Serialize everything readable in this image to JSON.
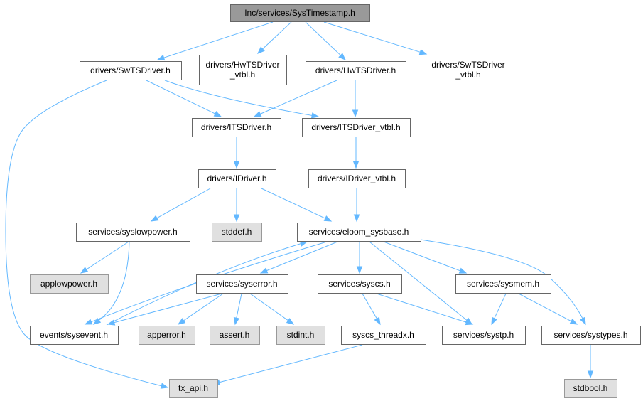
{
  "diagram": {
    "title": "Inc/services/SysTimestamp.h",
    "nodes": [
      {
        "id": "root",
        "label": [
          "Inc/services/SysTimestamp.h"
        ],
        "kind": "root"
      },
      {
        "id": "swts",
        "label": [
          "drivers/SwTSDriver.h"
        ],
        "kind": "normal"
      },
      {
        "id": "hwts_vtbl",
        "label": [
          "drivers/HwTSDriver",
          "_vtbl.h"
        ],
        "kind": "normal"
      },
      {
        "id": "hwts",
        "label": [
          "drivers/HwTSDriver.h"
        ],
        "kind": "normal"
      },
      {
        "id": "swts_vtbl",
        "label": [
          "drivers/SwTSDriver",
          "_vtbl.h"
        ],
        "kind": "normal"
      },
      {
        "id": "its",
        "label": [
          "drivers/ITSDriver.h"
        ],
        "kind": "normal"
      },
      {
        "id": "its_vtbl",
        "label": [
          "drivers/ITSDriver_vtbl.h"
        ],
        "kind": "normal"
      },
      {
        "id": "idriver",
        "label": [
          "drivers/IDriver.h"
        ],
        "kind": "normal"
      },
      {
        "id": "idriver_vtbl",
        "label": [
          "drivers/IDriver_vtbl.h"
        ],
        "kind": "normal"
      },
      {
        "id": "syslowpower",
        "label": [
          "services/syslowpower.h"
        ],
        "kind": "normal"
      },
      {
        "id": "stddef",
        "label": [
          "stddef.h"
        ],
        "kind": "system"
      },
      {
        "id": "sysbase",
        "label": [
          "services/eloom_sysbase.h"
        ],
        "kind": "normal"
      },
      {
        "id": "applowpower",
        "label": [
          "applowpower.h"
        ],
        "kind": "system"
      },
      {
        "id": "syserror",
        "label": [
          "services/syserror.h"
        ],
        "kind": "normal"
      },
      {
        "id": "syscs",
        "label": [
          "services/syscs.h"
        ],
        "kind": "normal"
      },
      {
        "id": "sysmem",
        "label": [
          "services/sysmem.h"
        ],
        "kind": "normal"
      },
      {
        "id": "sysevent",
        "label": [
          "events/sysevent.h"
        ],
        "kind": "normal"
      },
      {
        "id": "apperror",
        "label": [
          "apperror.h"
        ],
        "kind": "system"
      },
      {
        "id": "assert",
        "label": [
          "assert.h"
        ],
        "kind": "system"
      },
      {
        "id": "stdint",
        "label": [
          "stdint.h"
        ],
        "kind": "system"
      },
      {
        "id": "syscs_threadx",
        "label": [
          "syscs_threadx.h"
        ],
        "kind": "normal"
      },
      {
        "id": "systp",
        "label": [
          "services/systp.h"
        ],
        "kind": "normal"
      },
      {
        "id": "systypes",
        "label": [
          "services/systypes.h"
        ],
        "kind": "normal"
      },
      {
        "id": "txapi",
        "label": [
          "tx_api.h"
        ],
        "kind": "system"
      },
      {
        "id": "stdbool",
        "label": [
          "stdbool.h"
        ],
        "kind": "system"
      }
    ],
    "edges": [
      [
        "root",
        "swts"
      ],
      [
        "root",
        "hwts_vtbl"
      ],
      [
        "root",
        "hwts"
      ],
      [
        "root",
        "swts_vtbl"
      ],
      [
        "swts",
        "its"
      ],
      [
        "swts",
        "its_vtbl"
      ],
      [
        "swts",
        "txapi"
      ],
      [
        "hwts",
        "its"
      ],
      [
        "hwts",
        "its_vtbl"
      ],
      [
        "its",
        "idriver"
      ],
      [
        "its_vtbl",
        "idriver_vtbl"
      ],
      [
        "idriver",
        "syslowpower"
      ],
      [
        "idriver",
        "stddef"
      ],
      [
        "idriver",
        "sysbase"
      ],
      [
        "idriver_vtbl",
        "sysbase"
      ],
      [
        "syslowpower",
        "applowpower"
      ],
      [
        "syslowpower",
        "sysevent"
      ],
      [
        "sysbase",
        "sysevent"
      ],
      [
        "sysbase",
        "syserror"
      ],
      [
        "sysbase",
        "syscs"
      ],
      [
        "sysbase",
        "sysmem"
      ],
      [
        "sysbase",
        "systp"
      ],
      [
        "sysbase",
        "systypes"
      ],
      [
        "sysevent",
        "sysbase"
      ],
      [
        "syserror",
        "sysevent"
      ],
      [
        "syserror",
        "apperror"
      ],
      [
        "syserror",
        "assert"
      ],
      [
        "syserror",
        "stdint"
      ],
      [
        "syscs",
        "syscs_threadx"
      ],
      [
        "syscs",
        "systp"
      ],
      [
        "sysmem",
        "systp"
      ],
      [
        "sysmem",
        "systypes"
      ],
      [
        "syscs_threadx",
        "txapi"
      ],
      [
        "systypes",
        "stdbool"
      ]
    ],
    "colors": {
      "edge": "#63b8ff",
      "node_border": "#666666",
      "root_fill": "#999999",
      "system_fill": "#e0e0e0",
      "system_border": "#999999"
    }
  }
}
